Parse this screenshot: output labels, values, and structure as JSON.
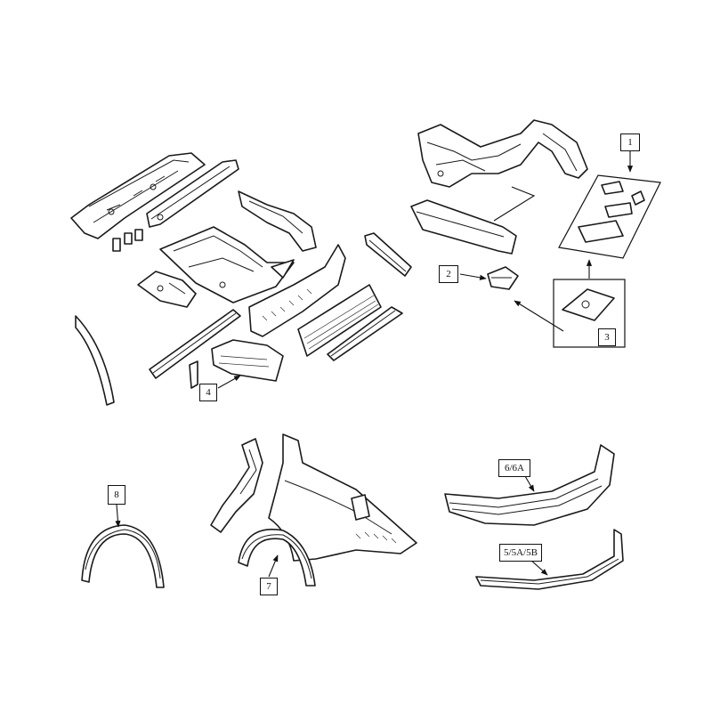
{
  "callouts": {
    "c1": "1",
    "c2": "2",
    "c3": "3",
    "c4": "4",
    "c6": "6/6A",
    "c5": "5/5A/5B",
    "c7": "7",
    "c8": "8"
  }
}
